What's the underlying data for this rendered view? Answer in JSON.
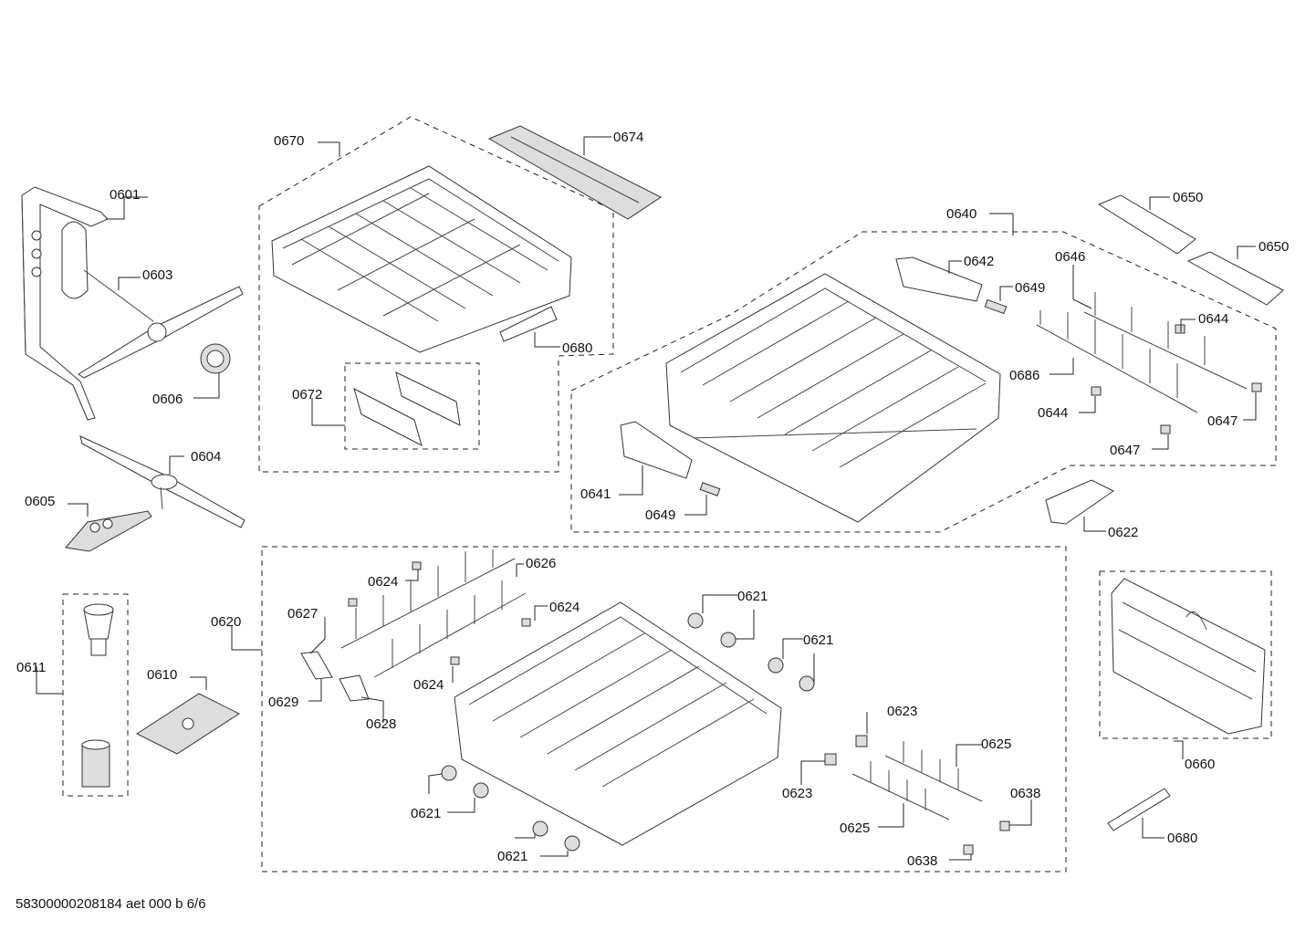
{
  "labels": {
    "p0601": "0601",
    "p0603": "0603",
    "p0606": "0606",
    "p0604": "0604",
    "p0605": "0605",
    "p0611": "0611",
    "p0610": "0610",
    "p0620": "0620",
    "p0670": "0670",
    "p0674": "0674",
    "p0680a": "0680",
    "p0672": "0672",
    "p0640": "0640",
    "p0642": "0642",
    "p0649a": "0649",
    "p0641": "0641",
    "p0649b": "0649",
    "p0650a": "0650",
    "p0650b": "0650",
    "p0646": "0646",
    "p0644a": "0644",
    "p0686": "0686",
    "p0644b": "0644",
    "p0647a": "0647",
    "p0647b": "0647",
    "p0622": "0622",
    "p0626": "0626",
    "p0624a": "0624",
    "p0624b": "0624",
    "p0624c": "0624",
    "p0627": "0627",
    "p0629": "0629",
    "p0628": "0628",
    "p0621a": "0621",
    "p0621b": "0621",
    "p0621c": "0621",
    "p0621d": "0621",
    "p0623a": "0623",
    "p0623b": "0623",
    "p0625a": "0625",
    "p0625b": "0625",
    "p0638a": "0638",
    "p0638b": "0638",
    "p0660": "0660",
    "p0680b": "0680"
  },
  "footer": "58300000208184 aet 000 b 6/6"
}
